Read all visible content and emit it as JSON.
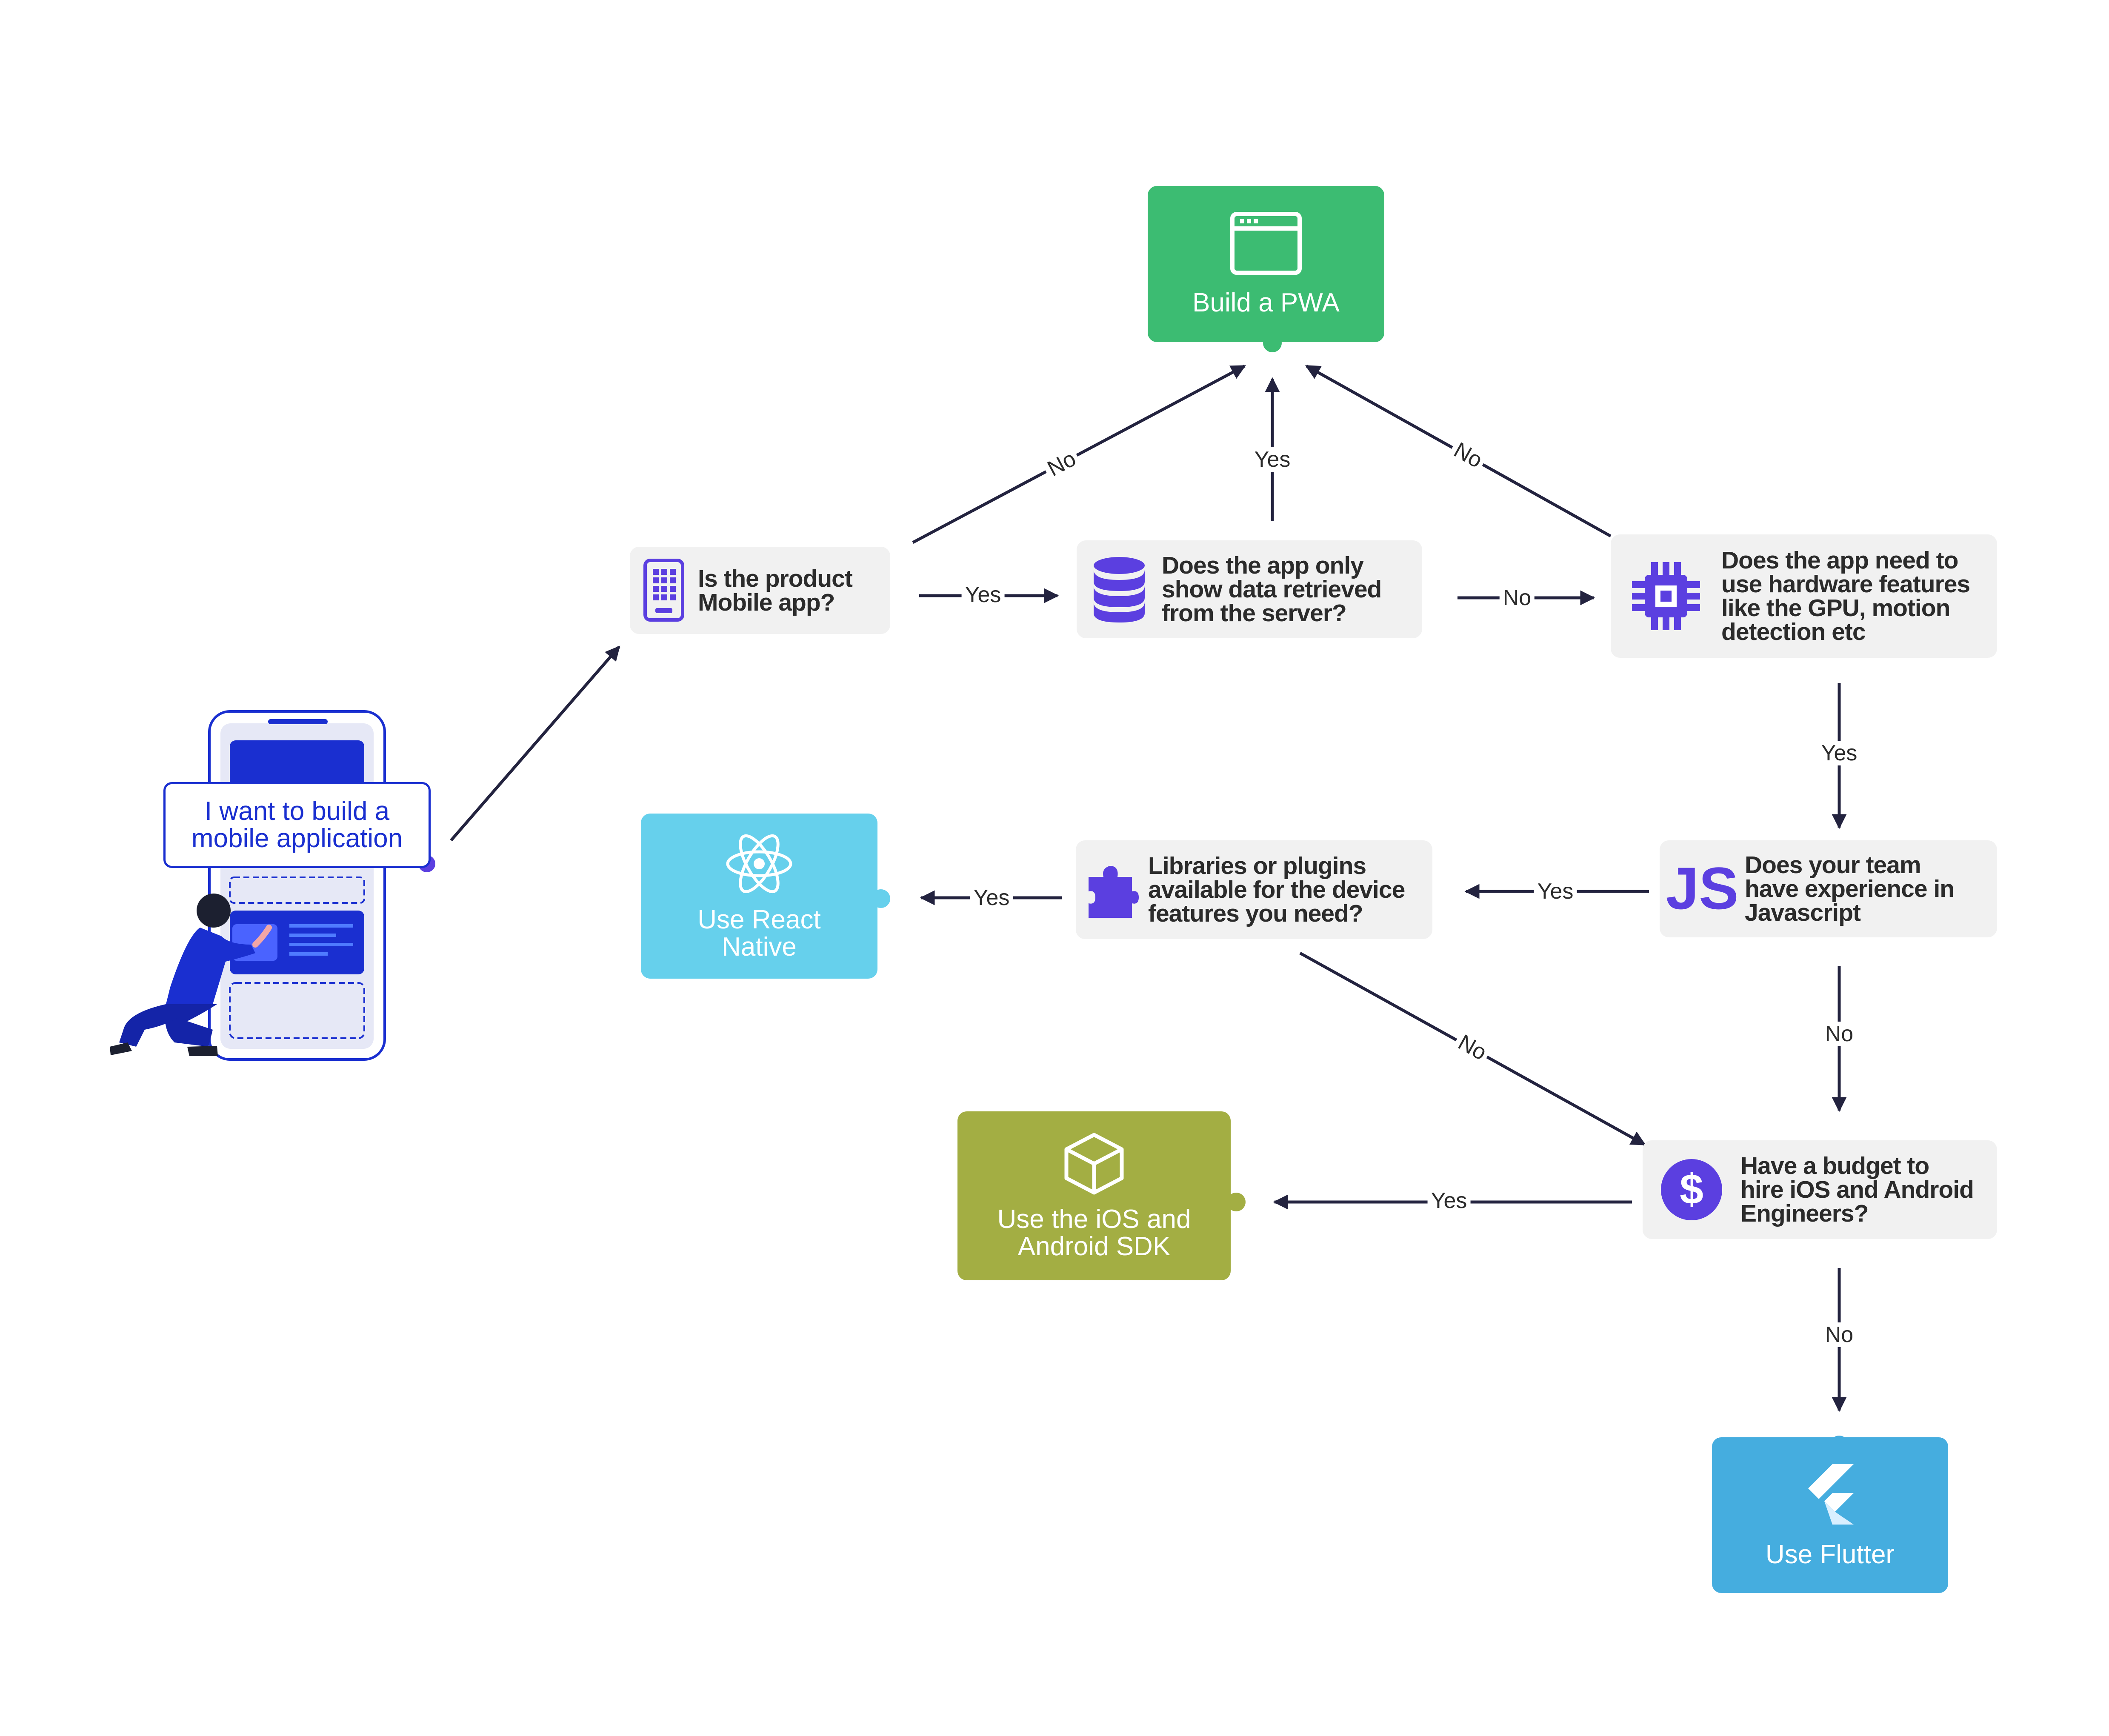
{
  "start": {
    "label": "I want to build a\nmobile application"
  },
  "nodes": {
    "q_mobile": {
      "text": "Is the product\nMobile app?",
      "icon": "mobile-grid-icon"
    },
    "q_server": {
      "text": "Does the app only\nshow data retrieved\nfrom the server?",
      "icon": "database-icon"
    },
    "q_hardware": {
      "text": "Does the app need to\nuse hardware features\nlike the GPU, motion\ndetection etc",
      "icon": "chip-icon"
    },
    "q_js": {
      "text": "Does your team\nhave experience in\nJavascript",
      "icon": "js-icon"
    },
    "q_libs": {
      "text": "Libraries or plugins\navailable for the device\nfeatures you need?",
      "icon": "puzzle-icon"
    },
    "q_budget": {
      "text": "Have a budget to\nhire iOS and Android\nEngineers?",
      "icon": "dollar-icon"
    },
    "o_pwa": {
      "text": "Build a PWA",
      "icon": "browser-window-icon",
      "color": "#3cbc72"
    },
    "o_react": {
      "text": "Use React\nNative",
      "icon": "react-atom-icon",
      "color": "#66d0ec"
    },
    "o_sdk": {
      "text": "Use the iOS and\nAndroid SDK",
      "icon": "cube-icon",
      "color": "#a3ae43"
    },
    "o_flutter": {
      "text": "Use Flutter",
      "icon": "flutter-icon",
      "color": "#45addf"
    }
  },
  "edge_labels": {
    "mobile_server_yes": "Yes",
    "mobile_pwa_no": "No",
    "server_pwa_yes": "Yes",
    "server_hardware_no": "No",
    "hardware_pwa_no": "No",
    "hardware_js_yes": "Yes",
    "js_libs_yes": "Yes",
    "js_budget_no": "No",
    "libs_react_yes": "Yes",
    "libs_budget_no": "No",
    "budget_sdk_yes": "Yes",
    "budget_flutter_no": "No"
  },
  "icon_accent": "#5b3fe0",
  "line_color": "#23233f"
}
